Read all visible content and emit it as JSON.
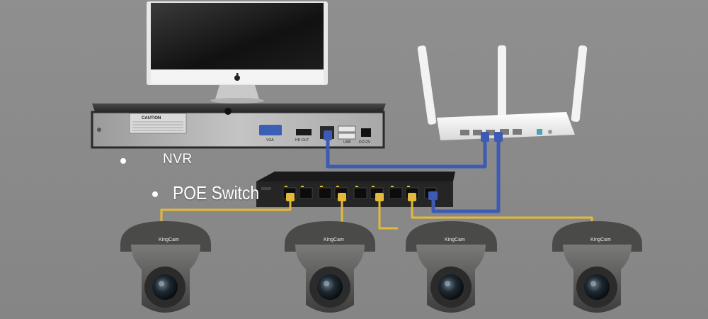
{
  "labels": {
    "nvr": "NVR",
    "poe_switch": "POE Switch"
  },
  "camera_brand": "KingCam",
  "nvr_panel": {
    "caution": "CAUTION",
    "port_vga": "VGA",
    "port_hdout": "HD-OUT",
    "port_usb": "USB",
    "port_dc": "DC12V"
  },
  "colors": {
    "background": "#8a8a8a",
    "ethernet_cable": "#3d5bb5",
    "poe_cable": "#e3b93a",
    "device_dark": "#2e2e2e",
    "camera_body": "#5e5e5c"
  },
  "icons": {
    "monitor": "monitor-icon",
    "router": "wifi-router-icon",
    "switch": "poe-switch-icon",
    "camera": "dome-camera-icon"
  }
}
